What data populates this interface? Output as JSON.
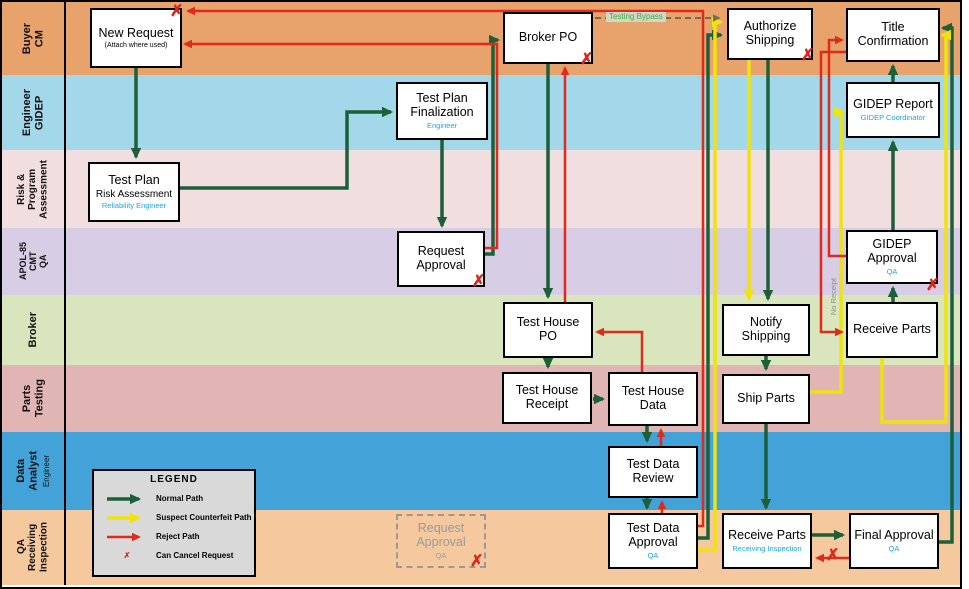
{
  "lanes": [
    {
      "id": "buyer-cm",
      "label": "Buyer\nCM",
      "color": "#e8a26b"
    },
    {
      "id": "engineer-gidep",
      "label": "Engineer\nGIDEP",
      "color": "#a3d8ea"
    },
    {
      "id": "risk-program-assessment",
      "label": "Risk &\nProgram\nAssessment",
      "color": "#f1dede"
    },
    {
      "id": "apol-85-cmt-qa",
      "label": "APOL-85\nCMT\nQA",
      "color": "#d7cde4"
    },
    {
      "id": "broker",
      "label": "Broker",
      "color": "#d9e6bd"
    },
    {
      "id": "parts-testing",
      "label": "Parts\nTesting",
      "color": "#e2b5b5"
    },
    {
      "id": "data-analyst",
      "label": "Data\nAnalyst",
      "sublabel": "Engineer",
      "color": "#43a3d8"
    },
    {
      "id": "qa-receiving-inspection",
      "label": "QA\nReceiving\nInspection",
      "color": "#f5c89d"
    }
  ],
  "nodes": {
    "new_request": {
      "title": "New Request",
      "sub": "(Attach where used)"
    },
    "broker_po": {
      "title": "Broker PO"
    },
    "authorize_shipping": {
      "title": "Authorize Shipping"
    },
    "title_confirmation": {
      "title": "Title Confirmation"
    },
    "test_plan_finalization": {
      "title": "Test Plan Finalization",
      "role": "Engineer"
    },
    "gidep_report": {
      "title": "GIDEP Report",
      "role": "GIDEP Coordinator"
    },
    "test_plan_risk": {
      "title": "Test Plan",
      "line2": "Risk Assessment",
      "role": "Reliability Engineer"
    },
    "request_approval": {
      "title": "Request Approval"
    },
    "gidep_approval": {
      "title": "GIDEP Approval",
      "role": "QA"
    },
    "test_house_po": {
      "title": "Test House PO"
    },
    "notify_shipping": {
      "title": "Notify Shipping"
    },
    "receive_parts_broker": {
      "title": "Receive Parts"
    },
    "test_house_receipt": {
      "title": "Test House Receipt"
    },
    "test_house_data": {
      "title": "Test House Data"
    },
    "ship_parts": {
      "title": "Ship Parts"
    },
    "test_data_review": {
      "title": "Test Data Review"
    },
    "request_approval_ghost": {
      "title": "Request Approval",
      "role": "QA"
    },
    "test_data_approval": {
      "title": "Test Data Approval",
      "role": "QA"
    },
    "receive_parts_qa": {
      "title": "Receive Parts",
      "role": "Receiving Inspection"
    },
    "final_approval": {
      "title": "Final Approval",
      "role": "QA"
    }
  },
  "legend": {
    "title": "LEGEND",
    "items": [
      {
        "label": "Normal Path",
        "color": "#1c5f38"
      },
      {
        "label": "Suspect Counterfeit Path",
        "color": "#efe20e"
      },
      {
        "label": "Reject Path",
        "color": "#e02a1d"
      },
      {
        "label": "Can Cancel Request",
        "symbol": "✗"
      }
    ]
  },
  "annotations": {
    "testing_bypass": "Testing Bypass",
    "no_receipt": "No Receipt"
  },
  "symbols": {
    "cancel_x": "✗"
  },
  "colors": {
    "normal_path": "#1c5f38",
    "suspect_path": "#efe20e",
    "reject_path": "#e02a1d",
    "bypass_dash": "#6e6e52"
  }
}
